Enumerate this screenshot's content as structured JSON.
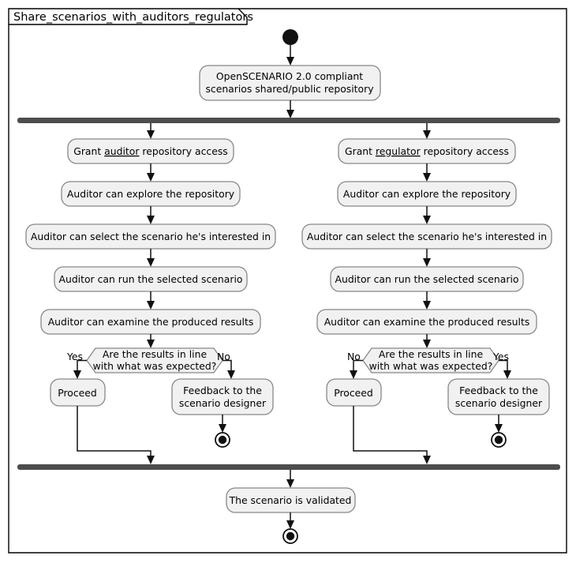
{
  "diagram": {
    "title": "Share_scenarios_with_auditors_regulators",
    "type": "uml-activity-diagram",
    "colors": {
      "node_fill": "#F1F1F1",
      "node_stroke": "#888888",
      "bar_fill": "#4D4D4D",
      "flow_stroke": "#111111",
      "frame_stroke": "#000000",
      "background": "#ffffff"
    },
    "start_node": {
      "label": "start"
    },
    "initial_activity": {
      "line1": "OpenSCENARIO 2.0 compliant",
      "line2": "scenarios shared/public repository"
    },
    "fork_bar": {
      "label": "fork"
    },
    "branches": [
      {
        "id": "auditor",
        "steps": [
          {
            "prefix": "Grant ",
            "emphasis": "auditor",
            "suffix": " repository access"
          },
          {
            "text": "Auditor can explore the repository"
          },
          {
            "text": "Auditor can select the scenario he's interested in"
          },
          {
            "text": "Auditor can run the selected scenario"
          },
          {
            "text": "Auditor can examine the produced results"
          }
        ],
        "decision": {
          "line1": "Are the results in line",
          "line2": "with what was expected?",
          "left_label": "Yes",
          "right_label": "No"
        },
        "left_outcome": {
          "text": "Proceed"
        },
        "right_outcome": {
          "line1": "Feedback to the",
          "line2": "scenario designer"
        },
        "right_end_node": {
          "label": "end"
        }
      },
      {
        "id": "regulator",
        "steps": [
          {
            "prefix": "Grant ",
            "emphasis": "regulator",
            "suffix": " repository access"
          },
          {
            "text": "Auditor can explore the repository"
          },
          {
            "text": "Auditor can select the scenario he's interested in"
          },
          {
            "text": "Auditor can run the selected scenario"
          },
          {
            "text": "Auditor can examine the produced results"
          }
        ],
        "decision": {
          "line1": "Are the results in line",
          "line2": "with what was expected?",
          "left_label": "No",
          "right_label": "Yes"
        },
        "left_outcome": {
          "text": "Proceed"
        },
        "right_outcome": {
          "line1": "Feedback to the",
          "line2": "scenario designer"
        },
        "right_end_node": {
          "label": "end"
        }
      }
    ],
    "join_bar": {
      "label": "join"
    },
    "final_activity": {
      "text": "The scenario is validated"
    },
    "final_end_node": {
      "label": "end"
    }
  }
}
